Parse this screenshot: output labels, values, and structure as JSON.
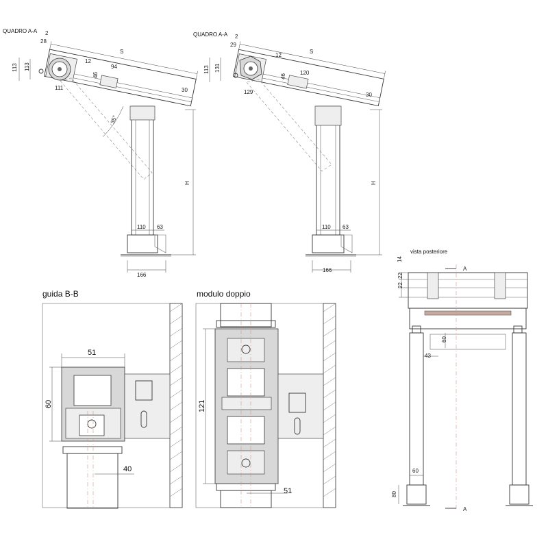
{
  "views": {
    "quadro1": {
      "title": "QUADRO A-A",
      "dims": {
        "d2": "2",
        "d28": "28",
        "s": "S",
        "d12": "12",
        "d113a": "113",
        "d113b": "113",
        "d46": "46",
        "d94": "94",
        "d111": "111",
        "d30": "30",
        "angle": "35°",
        "h": "H",
        "d110": "110",
        "d63": "63",
        "d166": "166"
      }
    },
    "quadro2": {
      "title": "QUADRO A-A",
      "dims": {
        "d2": "2",
        "d29": "29",
        "s": "S",
        "d12": "12",
        "d113": "113",
        "d131": "131",
        "d46": "46",
        "d120": "120",
        "d129": "129",
        "d30": "30",
        "h": "H",
        "d110": "110",
        "d63": "63",
        "d166": "166"
      }
    },
    "guida": {
      "title": "guida B-B",
      "dims": {
        "d51": "51",
        "d60": "60",
        "d40": "40"
      }
    },
    "modulo": {
      "title": "modulo doppio",
      "dims": {
        "d121": "121",
        "d51": "51"
      }
    },
    "vista": {
      "title": "vista posteriore",
      "dims": {
        "d14": "14",
        "d22a": "22",
        "d22b": "22",
        "d60": "60",
        "d43": "43",
        "d80": "80"
      },
      "section_top": "A",
      "section_bottom": "A"
    }
  }
}
